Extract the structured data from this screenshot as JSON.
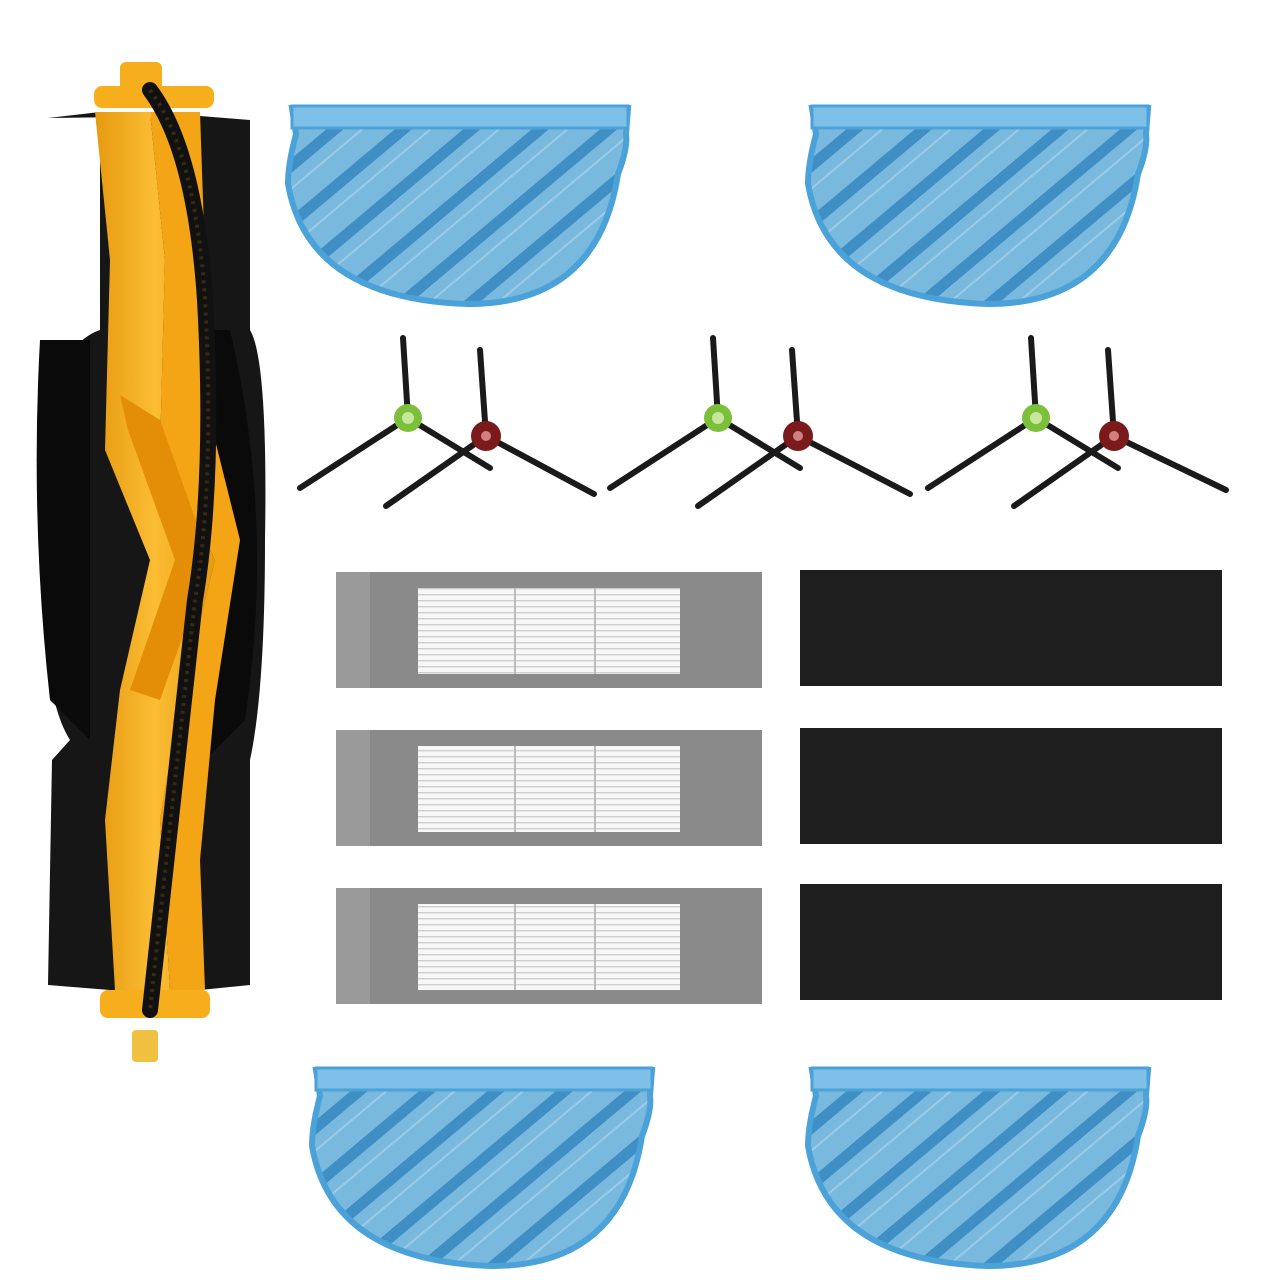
{
  "product": {
    "colors": {
      "background": "#ffffff",
      "brush_frame": "#f7ae1d",
      "brush_core": "#1b1b1b",
      "brush_bristle": "#0a0a0a",
      "mop_cloth": "#6fb3dc",
      "mop_stripe": "#3f8fc5",
      "mop_edge": "#4aa2d9",
      "side_brush_arm": "#1a1a1a",
      "hub_green": "#7cbf3b",
      "hub_red": "#7a1a1a",
      "hepa_frame": "#8a8a8a",
      "hepa_pleat": "#f2f2f2",
      "sponge": "#1e1e1e"
    },
    "items": [
      {
        "name": "main-roller-brush",
        "quantity": 1
      },
      {
        "name": "mop-pad",
        "quantity": 4
      },
      {
        "name": "side-brush",
        "quantity": 6
      },
      {
        "name": "hepa-filter",
        "quantity": 3
      },
      {
        "name": "sponge-filter",
        "quantity": 3
      }
    ]
  }
}
